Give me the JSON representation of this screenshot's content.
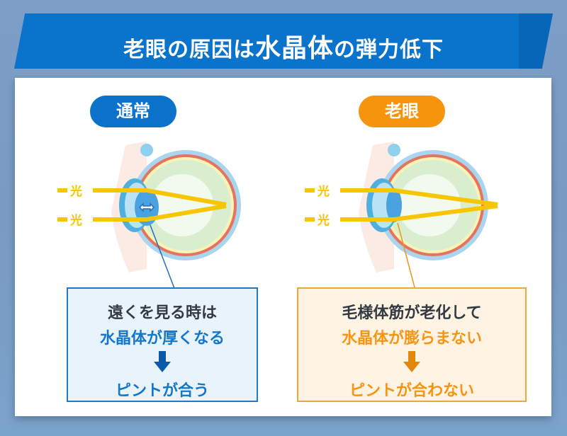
{
  "title": {
    "part1": "老眼の原因は",
    "highlight": "水晶体",
    "part2": "の弾力低下"
  },
  "colors": {
    "banner": "#0a73cc",
    "normal_accent": "#0a72c9",
    "presbyopia_accent": "#f6950d",
    "light_ray": "#f7c600"
  },
  "panels": [
    {
      "label": "通常",
      "ray_labels": [
        "光",
        "光"
      ],
      "box": {
        "line1": "遠くを見る時は",
        "line2": "水晶体が厚くなる",
        "line3": "ピントが合う"
      }
    },
    {
      "label": "老眼",
      "ray_labels": [
        "光",
        "光"
      ],
      "box": {
        "line1": "毛様体筋が老化して",
        "line2": "水晶体が膨らまない",
        "line3": "ピントが合わない"
      }
    }
  ]
}
